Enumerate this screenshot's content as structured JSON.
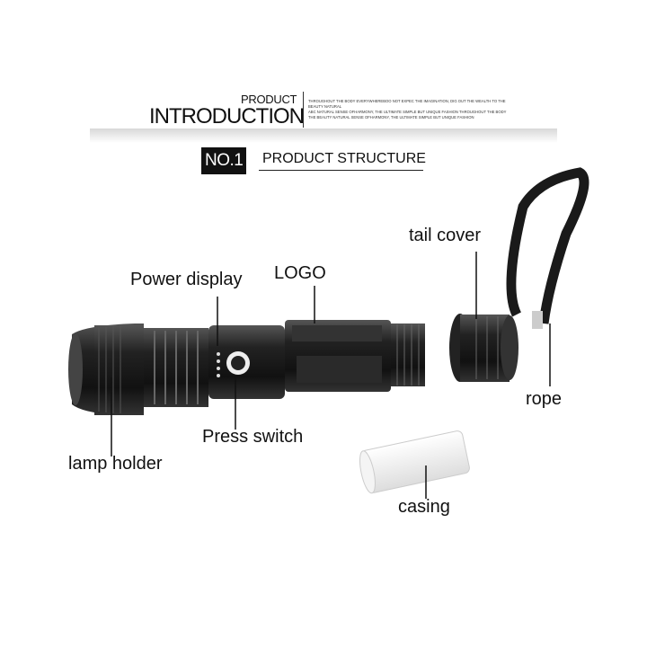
{
  "header": {
    "title_small": "PRODUCT",
    "title_big": "INTRODUCTION",
    "blurb": [
      "THROUGHOUT THE BODY EVERYWHEREBOO NOT EXPEC THE IMAGINATION, DIG OUT THE WEALTH TO THE BEAUTY NATURAL",
      "ABC NATURAL SENSE OFHARMONY, THE ULTIMATE SIMPLE BUT UNIQUE FASHION THROUGHOUT THE BODY",
      "THE BEAUTY NATURAL SENSE OFHARMONY, THE ULTIMATE SIMPLE BUT UNIQUE FASHION"
    ]
  },
  "section": {
    "badge": "NO.1",
    "title": "PRODUCT STRUCTURE"
  },
  "labels": {
    "power_display": "Power display",
    "logo": "LOGO",
    "tail_cover": "tail cover",
    "rope": "rope",
    "press_switch": "Press switch",
    "lamp_holder": "lamp holder",
    "casing": "casing"
  }
}
